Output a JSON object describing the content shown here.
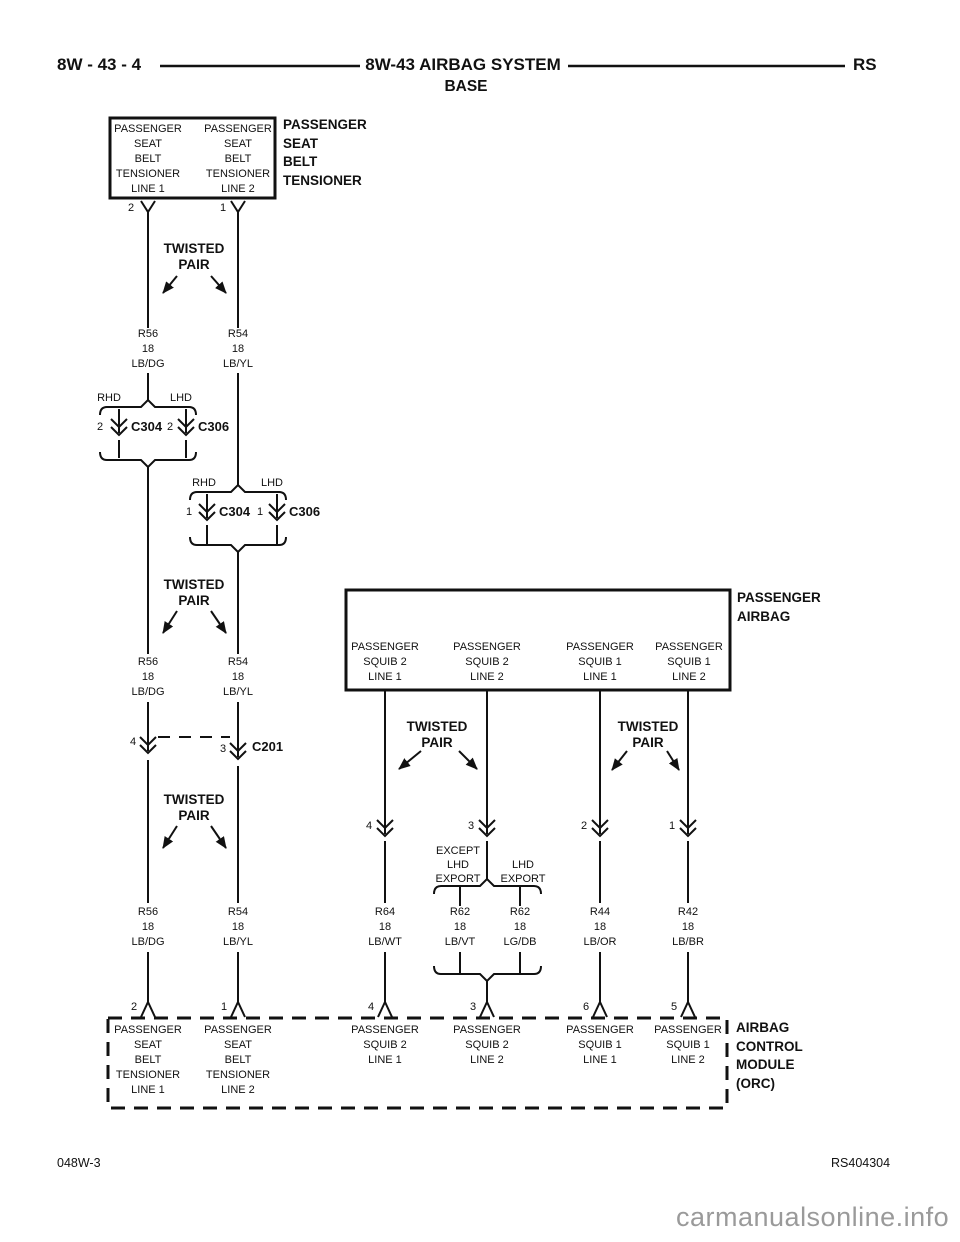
{
  "header": {
    "page_ref": "8W - 43 - 4",
    "title": "8W-43 AIRBAG SYSTEM",
    "subtitle": "BASE",
    "region": "RS"
  },
  "footer": {
    "doc_ref": "048W-3",
    "figure_ref": "RS404304",
    "watermark": "carmanualsonline.info"
  },
  "labels": {
    "twisted_pair": "TWISTED\nPAIR",
    "rhd": "RHD",
    "lhd": "LHD",
    "except_lhd_export": "EXCEPT\nLHD\nEXPORT",
    "lhd_export": "LHD\nEXPORT"
  },
  "components": {
    "tensioner": {
      "name": "PASSENGER\nSEAT\nBELT\nTENSIONER",
      "pin1": {
        "number": "2",
        "label": "PASSENGER\nSEAT\nBELT\nTENSIONER\nLINE 1"
      },
      "pin2": {
        "number": "1",
        "label": "PASSENGER\nSEAT\nBELT\nTENSIONER\nLINE 2"
      }
    },
    "airbag": {
      "name": "PASSENGER\nAIRBAG",
      "pins": [
        {
          "label": "PASSENGER\nSQUIB 2\nLINE 1"
        },
        {
          "label": "PASSENGER\nSQUIB 2\nLINE 2"
        },
        {
          "label": "PASSENGER\nSQUIB 1\nLINE 1"
        },
        {
          "label": "PASSENGER\nSQUIB 1\nLINE 2"
        }
      ]
    },
    "orc": {
      "name": "AIRBAG\nCONTROL\nMODULE\n(ORC)",
      "pins": [
        {
          "number": "2",
          "label": "PASSENGER\nSEAT\nBELT\nTENSIONER\nLINE 1"
        },
        {
          "number": "1",
          "label": "PASSENGER\nSEAT\nBELT\nTENSIONER\nLINE 2"
        },
        {
          "number": "4",
          "label": "PASSENGER\nSQUIB 2\nLINE 1"
        },
        {
          "number": "3",
          "label": "PASSENGER\nSQUIB 2\nLINE 2"
        },
        {
          "number": "6",
          "label": "PASSENGER\nSQUIB 1\nLINE 1"
        },
        {
          "number": "5",
          "label": "PASSENGER\nSQUIB 1\nLINE 2"
        }
      ]
    }
  },
  "connectors": {
    "split1": {
      "c304": {
        "name": "C304",
        "pin": "2"
      },
      "c306": {
        "name": "C306",
        "pin": "2"
      }
    },
    "split2": {
      "c304": {
        "name": "C304",
        "pin": "1"
      },
      "c306": {
        "name": "C306",
        "pin": "1"
      }
    },
    "c201": {
      "name": "C201",
      "pin_left": "4",
      "pin_right": "3"
    },
    "squib_pins": [
      "4",
      "3",
      "2",
      "1"
    ]
  },
  "wires": {
    "r56": "R56\n18\nLB/DG",
    "r54": "R54\n18\nLB/YL",
    "r64": "R64\n18\nLB/WT",
    "r62_lbvt": "R62\n18\nLB/VT",
    "r62_lgdb": "R62\n18\nLG/DB",
    "r44": "R44\n18\nLB/OR",
    "r42": "R42\n18\nLB/BR"
  },
  "colors": {
    "line": "#111111",
    "watermark": "#9a9a9a",
    "background": "#ffffff"
  }
}
